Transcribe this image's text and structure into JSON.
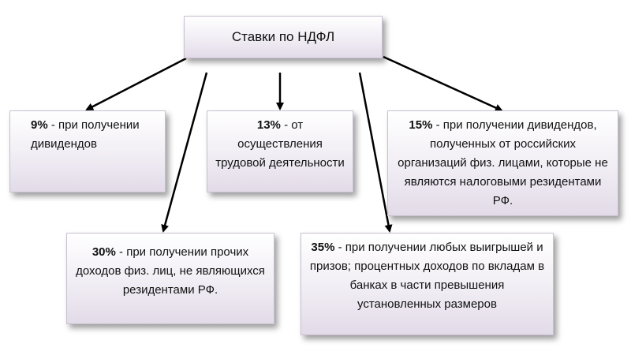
{
  "title": "Ставки по НДФЛ",
  "nodes": [
    {
      "rate": "9%",
      "text": " - при получении дивидендов"
    },
    {
      "rate": "13%",
      "text": " - от  осуществления трудовой деятельности"
    },
    {
      "rate": "15%",
      "text": " - при получении дивидендов, полученных от российских организаций физ. лицами, которые не являются налоговыми резидентами РФ."
    },
    {
      "rate": "30%",
      "text": " - при получении прочих доходов физ. лиц, не являющихся резидентами РФ."
    },
    {
      "rate": "35%",
      "text": " - при получении любых выигрышей и призов; процентных доходов по вкладам в банках в части превышения установленных размеров"
    }
  ],
  "colors": {
    "box_bottom": "#e2dbe8",
    "border": "#c9c0d0",
    "arrow": "#000000"
  }
}
